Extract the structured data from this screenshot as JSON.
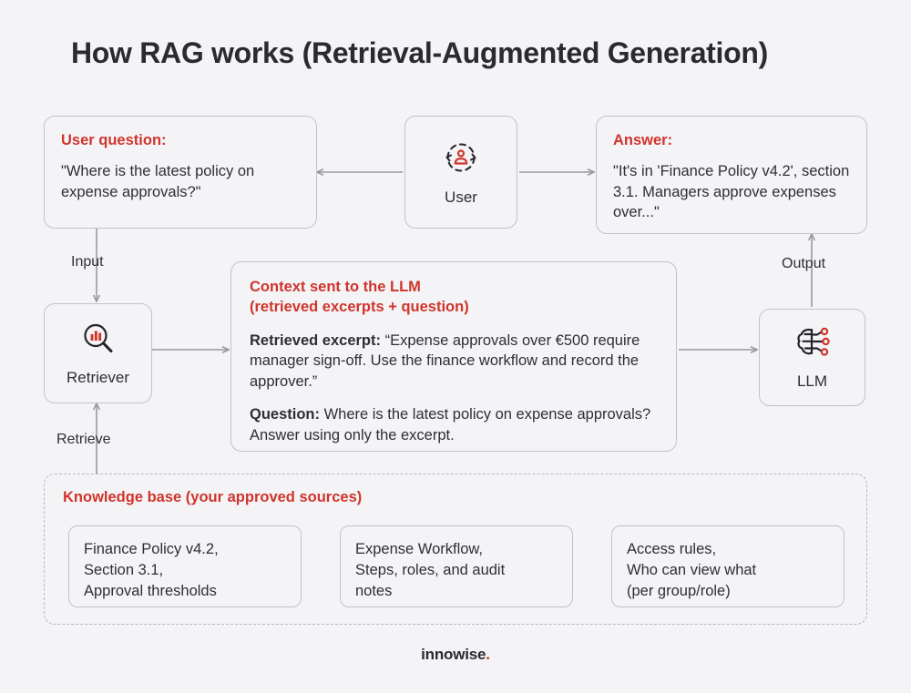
{
  "title": "How RAG works (Retrieval-Augmented Generation)",
  "colors": {
    "accent_red": "#d0342c",
    "background": "#f4f4f6",
    "border": "#c3c3c7",
    "text": "#2f2f33",
    "arrow": "#9a9a9e"
  },
  "user_question": {
    "heading": "User question:",
    "text": "\"Where is the latest policy on expense approvals?\""
  },
  "answer": {
    "heading": "Answer:",
    "text": "\"It's in 'Finance Policy v4.2', section 3.1. Managers approve expenses over...\""
  },
  "nodes": {
    "user": {
      "label": "User",
      "icon": "user-cycle-icon"
    },
    "retriever": {
      "label": "Retriever",
      "icon": "magnifier-chart-icon"
    },
    "llm": {
      "label": "LLM",
      "icon": "brain-circuit-icon"
    }
  },
  "context": {
    "heading_line1": "Context sent to the LLM",
    "heading_line2": "(retrieved excerpts + question)",
    "excerpt_label": "Retrieved excerpt:",
    "excerpt_text": " “Expense approvals over €500 require manager sign-off. Use the finance workflow and record the approver.”",
    "question_label": "Question:",
    "question_text": " Where is the latest policy on expense approvals? Answer using only the excerpt."
  },
  "knowledge_base": {
    "title": "Knowledge base (your approved sources)",
    "cards": [
      {
        "lines": [
          "Finance Policy v4.2,",
          "Section 3.1,",
          "Approval thresholds"
        ]
      },
      {
        "lines": [
          "Expense Workflow,",
          "Steps, roles, and audit",
          "notes"
        ]
      },
      {
        "lines": [
          "Access rules,",
          "Who can view what",
          "(per group/role)"
        ]
      }
    ]
  },
  "edges": {
    "input": "Input",
    "output": "Output",
    "retrieve": "Retrieve"
  },
  "footer": {
    "brand": "innowise",
    "dot": "."
  }
}
